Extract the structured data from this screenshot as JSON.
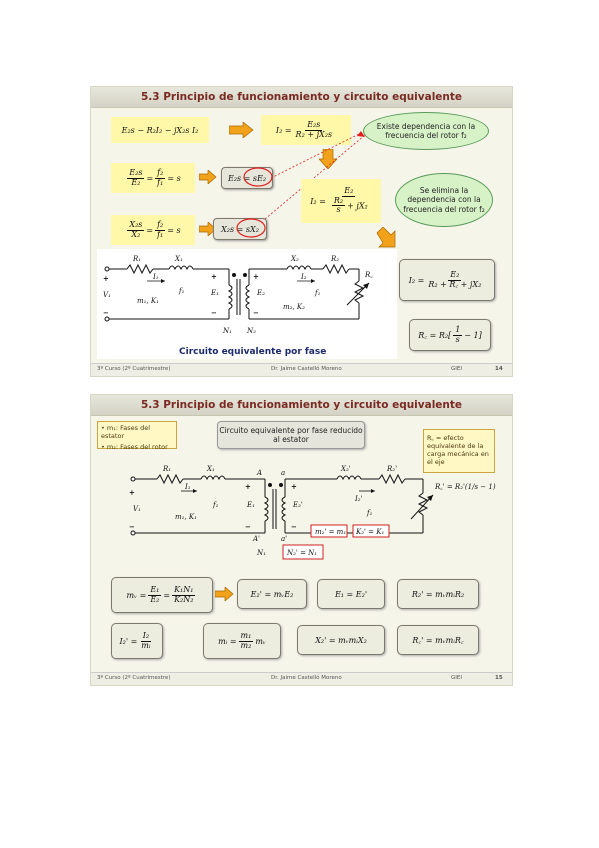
{
  "slide1": {
    "title": "5.3 Principio de funcionamiento y circuito equivalente",
    "eq_top_left": "E₂s − R₂I₂ − jX₂s I₂",
    "eq_i2_num": "E₂s",
    "eq_i2_den": "R₂ + jX₂s",
    "eq_i2_lhs": "I₂ =",
    "eq_e2s_num": "E₂s",
    "eq_e2s_den": "E₂",
    "eq_f_num": "f₂",
    "eq_f_den": "f₁",
    "eq_e2s_tail": "= s",
    "eq_e2s_result": "E₂s = sE₂",
    "eq_x2s_num": "X₂s",
    "eq_x2s_den": "X₂",
    "eq_x2s_result": "X₂s = sX₂",
    "eq_i2b_num": "E₂",
    "eq_i2b_den_a": "R₂",
    "eq_i2b_den_b": "s",
    "eq_i2b_tail": "+ jX₂",
    "eq_i2c_num": "E₂",
    "eq_i2c_den": "R₂ + R꜀ + jX₂",
    "eq_rc": "R꜀ = R₂",
    "eq_rc_frac_num": "1",
    "eq_rc_frac_den": "s",
    "eq_rc_tail": "− 1",
    "ellipse1": "Existe dependencia con la frecuencia del rotor f₂",
    "ellipse2": "Se elimina la dependencia con la frecuencia del rotor f₂",
    "circuit_caption": "Circuito equivalente por fase",
    "labels": {
      "R1": "R₁",
      "X1": "X₁",
      "V1": "V₁",
      "I1": "I₁",
      "m1K1": "m₁, K₁",
      "f1": "f₁",
      "E1": "E₁",
      "E2": "E₂",
      "X2": "X₂",
      "R2": "R₂",
      "I2": "I₂",
      "f1b": "f₁",
      "m2K2": "m₂, K₂",
      "Rc": "R꜀",
      "N1": "N₁",
      "N2": "N₂"
    },
    "footer_left": "3º Curso (2º Cuatrimestre)",
    "footer_center": "Dr. Jaime Castelló Moreno",
    "footer_right": "GIEI",
    "page": "14"
  },
  "slide2": {
    "title": "5.3 Principio de funcionamiento y circuito equivalente",
    "legend": [
      "m₁: Fases del estator",
      "m₂: Fases del rotor"
    ],
    "box_center": "Circuito equivalente por fase reducido al estator",
    "note_rc": "R꜀ = efecto equivalente de la carga mecánica en el eje",
    "labels": {
      "R1": "R₁",
      "X1": "X₁",
      "V1": "V₁",
      "I1": "I₁",
      "m1K1": "m₁, K₁",
      "f1": "f₁",
      "E1": "E₁",
      "A": "A",
      "a": "a",
      "Ap": "A'",
      "ap": "a'",
      "E2p": "E₂'",
      "X2p": "X₂'",
      "R2p": "R₂'",
      "I2p": "I₂'",
      "f1b": "f₁",
      "Rcp": "R꜀' = R₂'(1/s − 1)",
      "N1": "N₁",
      "m2eq": "m₂' = m₁",
      "K2eq": "K₂' = K₁",
      "N2eq": "N₂' = N₁"
    },
    "eqs": {
      "mv": "mᵥ =",
      "mv_f1_num": "E₁",
      "mv_f1_den": "E₂",
      "mv_f2_num": "K₁N₁",
      "mv_f2_den": "K₂N₂",
      "e2p": "E₂' = mᵥE₂",
      "e1e2": "E₁ = E₂'",
      "r2p": "R₂' = mᵥmᵢR₂",
      "i2p_lhs": "I₂' =",
      "i2p_num": "I₂",
      "i2p_den": "mᵢ",
      "mi_lhs": "mᵢ =",
      "mi_num": "m₁",
      "mi_den": "m₂",
      "mi_tail": "mᵥ",
      "x2p": "X₂' = mᵥmᵢX₂",
      "rcp": "R꜀' = mᵥmᵢR꜀"
    },
    "footer_left": "3º Curso (2º Cuatrimestre)",
    "footer_center": "Dr. Jaime Castelló Moreno",
    "footer_right": "GIEI",
    "page": "15"
  }
}
